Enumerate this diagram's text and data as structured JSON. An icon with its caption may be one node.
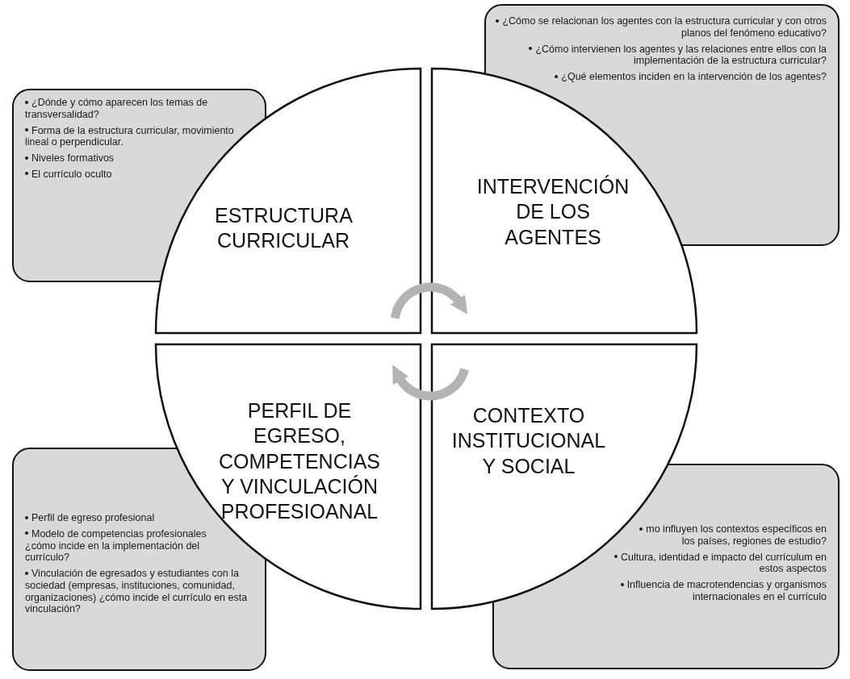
{
  "diagram": {
    "nodes": [
      {
        "text": [
          "¿Dónde y cómo aparecen los temas de transversalidad?",
          "Forma de la estructura curricular, movimiento lineal o perpendicular.",
          "Niveles formativos",
          "El currículo oculto"
        ]
      },
      {
        "text": [
          "¿Cómo se relacionan los agentes con la estructura curricular y con otros planos del fenómeno educativo?",
          "¿Cómo intervienen los agentes y las relaciones entre ellos con la implementación de la estructura curricular?",
          "¿Qué elementos inciden en la intervención de los agentes?"
        ]
      },
      {
        "text": [
          "ESTRUCTURA CURRICULAR"
        ]
      },
      {
        "text": [
          "INTERVENCIÓN DE LOS AGENTES"
        ]
      },
      {
        "text": [
          "PERFIL DE EGRESO, COMPETENCIAS Y VINCULACIÓN PROFESIOANAL"
        ]
      },
      {
        "text": [
          "CONTEXTO INSTITUCIONAL Y SOCIAL"
        ]
      },
      {
        "text": [
          "Perfil  de egreso profesional",
          "Modelo de competencias profesionales ¿cómo incide en la implementación del currículo?",
          "Vinculación de egresados y estudiantes con la sociedad (empresas, instituciones, comunidad, organizaciones) ¿cómo incide el currículo en esta vinculación?"
        ]
      },
      {
        "text": [
          "mo influyen los contextos específicos en los países, regiones de estudio?",
          "Cultura, identidad e impacto del currículum en estos aspectos",
          "Influencia de macrotendencias y organismos internacionales en el currículo"
        ]
      }
    ],
    "edges": [
      {
        "from": 2,
        "to": 3,
        "arrow": "to"
      },
      {
        "from": 5,
        "to": 4,
        "arrow": "to"
      }
    ]
  }
}
